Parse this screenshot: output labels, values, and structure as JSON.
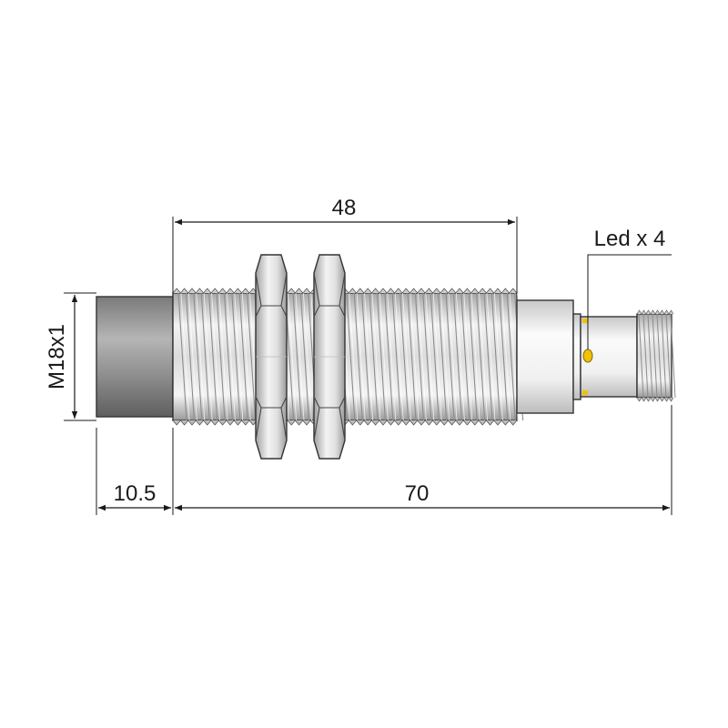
{
  "dimensions": {
    "thread_length": "48",
    "thread_size": "M18x1",
    "face_length": "10.5",
    "body_length": "70",
    "led_label": "Led x 4"
  },
  "colors": {
    "face": "#8a8a8a",
    "metal": "#d6d6d6",
    "led": "#f2c200",
    "line": "#1a1a1a"
  }
}
